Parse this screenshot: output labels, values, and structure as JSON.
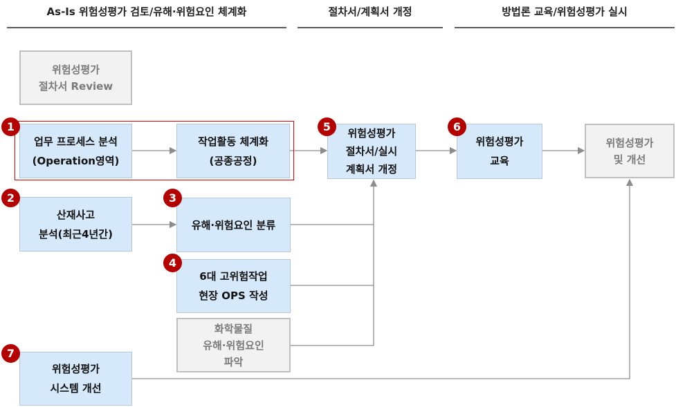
{
  "headers": [
    "As-Is 위험성평가 검토/유해·위험요인 체계화",
    "절차서/계획서 개정",
    "방법론 교육/위험성평가 실시"
  ],
  "boxes": {
    "review": [
      "위험성평가",
      "절차서 Review"
    ],
    "process": [
      "업무 프로세스 분석",
      "(Operation영역)"
    ],
    "activity": [
      "작업활동 체계화",
      "(공종공정)"
    ],
    "accident": [
      "산재사고",
      "분석(최근4년간)"
    ],
    "classify": [
      "유해·위험요인 분류"
    ],
    "ops": [
      "6대 고위험작업",
      "현장 OPS 작성"
    ],
    "chemical": [
      "화학물질",
      "유해·위험요인",
      "파악"
    ],
    "procedure": [
      "위험성평가",
      "절차서/실시",
      "계획서 개정"
    ],
    "education": [
      "위험성평가",
      "교육"
    ],
    "improve": [
      "위험성평가",
      "및 개선"
    ],
    "system": [
      "위험성평가",
      "시스템 개선"
    ]
  },
  "badges": [
    "1",
    "2",
    "3",
    "4",
    "5",
    "6",
    "7"
  ]
}
